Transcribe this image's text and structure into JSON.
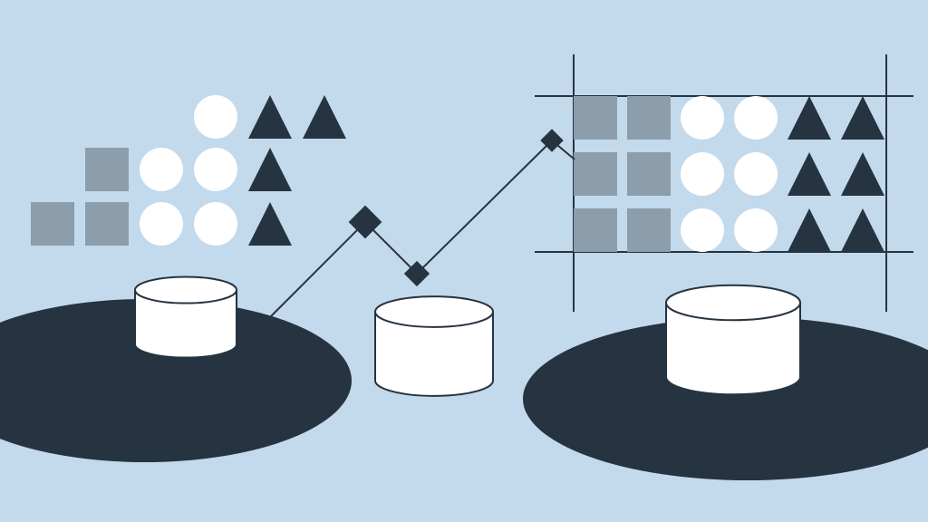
{
  "colors": {
    "background": "#c3d9ec",
    "dark": "#263340",
    "gray": "#8c9dab",
    "white": "#ffffff"
  },
  "left_group": {
    "rows": [
      [
        "circle",
        "triangle",
        "triangle"
      ],
      [
        "square",
        "circle",
        "circle",
        "triangle"
      ],
      [
        "square",
        "square",
        "circle",
        "circle",
        "triangle"
      ]
    ]
  },
  "grid_group": {
    "rows": [
      [
        "square",
        "square",
        "circle",
        "circle",
        "triangle",
        "triangle"
      ],
      [
        "square",
        "square",
        "circle",
        "circle",
        "triangle",
        "triangle"
      ],
      [
        "square",
        "square",
        "circle",
        "circle",
        "triangle",
        "triangle"
      ]
    ]
  },
  "connector": {
    "node_count": 3
  },
  "databases": {
    "count": 3
  }
}
